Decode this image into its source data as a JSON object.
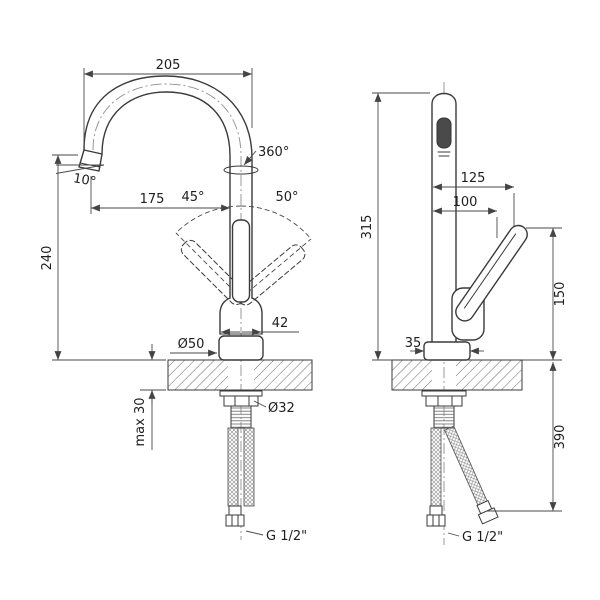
{
  "left_view": {
    "dim_top_width": "205",
    "swivel": "360°",
    "spout_angle": "10°",
    "dim_reach": "175",
    "angle_left": "45°",
    "angle_right": "50°",
    "dim_height": "240",
    "dim_base_dia": "Ø50",
    "dim_body_width": "42",
    "dim_deck": "max 30",
    "dim_hole": "Ø32",
    "thread": "G 1/2\""
  },
  "right_view": {
    "dim_height": "315",
    "dim_depth": "125",
    "dim_handle": "100",
    "dim_lever_height": "150",
    "dim_base": "35",
    "dim_hose": "390",
    "thread": "G 1/2\""
  },
  "colors": {
    "line": "#3a3a3a",
    "dimension": "#4a4a4a",
    "background": "#ffffff"
  }
}
